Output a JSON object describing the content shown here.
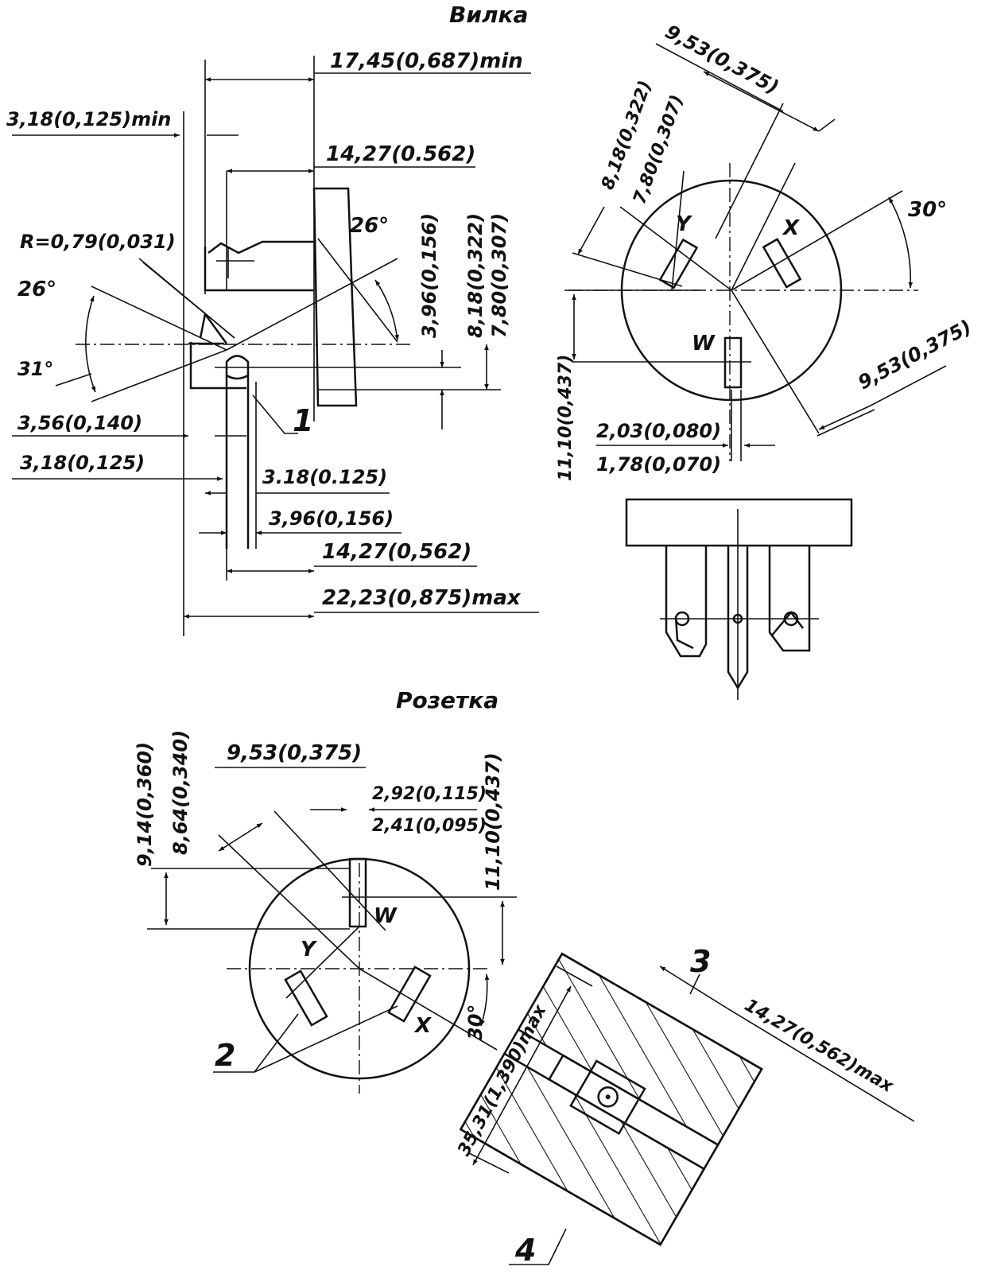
{
  "titles": {
    "plug": "Вилка",
    "socket": "Розетка"
  },
  "plug_side": {
    "d_17_45": "17,45(0,687)min",
    "d_3_18_min": "3,18(0,125)min",
    "d_14_27_top": "14,27(0.562)",
    "d_r": "R=0,79(0,031)",
    "a_26_left": "26°",
    "a_26_right": "26°",
    "a_31": "31°",
    "d_3_96_v": "3,96(0,156)",
    "d_8_18_v": "8,18(0,322)",
    "d_7_80_v": "7,80(0,307)",
    "d_3_56": "3,56(0,140)",
    "d_3_18_a": "3,18(0,125)",
    "d_3_18_b": "3.18(0.125)",
    "d_3_96_h": "3,96(0,156)",
    "d_14_27_bot": "14,27(0,562)",
    "d_22_23": "22,23(0,875)max",
    "callout_1": "1"
  },
  "plug_face": {
    "d_9_53_top": "9,53(0,375)",
    "d_8_18": "8,18(0,322)",
    "d_7_80": "7,80(0,307)",
    "a_30": "30°",
    "pin_y": "Y",
    "pin_x": "X",
    "pin_w": "W",
    "d_9_53_right": "9,53(0,375)",
    "d_11_10": "11,10(0,437)",
    "d_2_03": "2,03(0,080)",
    "d_1_78": "1,78(0,070)"
  },
  "socket_face": {
    "d_9_14": "9,14(0,360)",
    "d_8_64": "8,64(0,340)",
    "d_9_53": "9,53(0,375)",
    "d_2_92": "2,92(0,115)",
    "d_2_41": "2,41(0,095)",
    "d_11_10": "11,10(0,437)",
    "pin_w": "W",
    "pin_y": "Y",
    "pin_x": "X",
    "a_30": "30°",
    "callout_2": "2"
  },
  "socket_section": {
    "callout_3": "3",
    "callout_4": "4",
    "d_35_31": "35,31(1,390)max",
    "d_14_27": "14,27(0,562)max"
  }
}
